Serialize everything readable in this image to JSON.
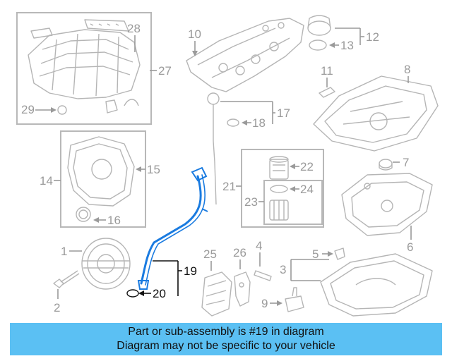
{
  "parts": [
    {
      "id": "p1",
      "label": "1"
    },
    {
      "id": "p2",
      "label": "2"
    },
    {
      "id": "p3",
      "label": "3"
    },
    {
      "id": "p4",
      "label": "4"
    },
    {
      "id": "p5",
      "label": "5"
    },
    {
      "id": "p6",
      "label": "6"
    },
    {
      "id": "p7",
      "label": "7"
    },
    {
      "id": "p8",
      "label": "8"
    },
    {
      "id": "p9",
      "label": "9"
    },
    {
      "id": "p10",
      "label": "10"
    },
    {
      "id": "p11",
      "label": "11"
    },
    {
      "id": "p12",
      "label": "12"
    },
    {
      "id": "p13",
      "label": "13"
    },
    {
      "id": "p14",
      "label": "14"
    },
    {
      "id": "p15",
      "label": "15"
    },
    {
      "id": "p16",
      "label": "16"
    },
    {
      "id": "p17",
      "label": "17"
    },
    {
      "id": "p18",
      "label": "18"
    },
    {
      "id": "p19",
      "label": "19"
    },
    {
      "id": "p20",
      "label": "20"
    },
    {
      "id": "p21",
      "label": "21"
    },
    {
      "id": "p22",
      "label": "22"
    },
    {
      "id": "p23",
      "label": "23"
    },
    {
      "id": "p24",
      "label": "24"
    },
    {
      "id": "p25",
      "label": "25"
    },
    {
      "id": "p26",
      "label": "26"
    },
    {
      "id": "p27",
      "label": "27"
    },
    {
      "id": "p28",
      "label": "28"
    },
    {
      "id": "p29",
      "label": "29"
    }
  ],
  "colors": {
    "highlight": "#1a7be0",
    "banner_bg": "#5bc0f3",
    "line_gray": "#b5b5b5",
    "label_gray": "#9a9a9a"
  },
  "banner": {
    "line1": "Part or sub-assembly is #19 in diagram",
    "line2": "Diagram may not be specific to your vehicle"
  }
}
